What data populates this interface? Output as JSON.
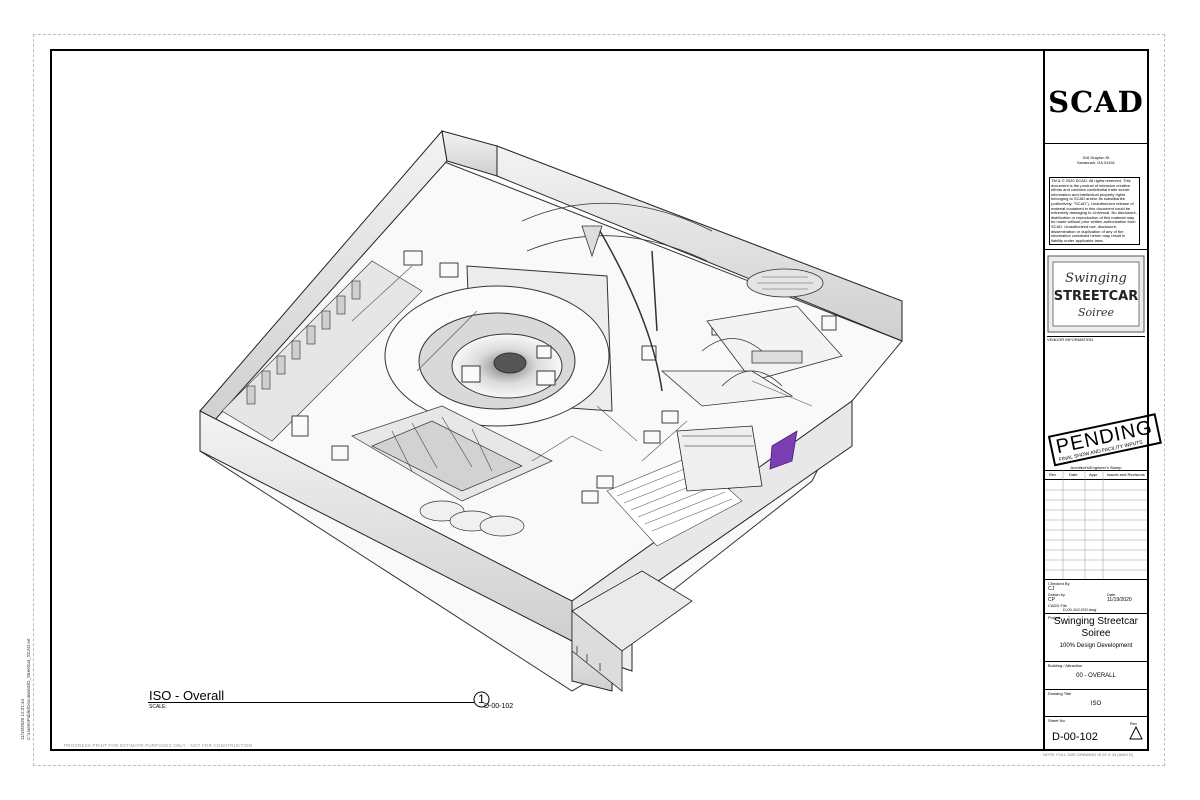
{
  "view": {
    "title": "ISO - Overall",
    "scale_label": "SCALE:",
    "number": "1",
    "reference": "D-00-102"
  },
  "notes": {
    "progress": "PROGRESS PRINT FOR ESTIMATE PURPOSES ONLY - NOT FOR CONSTRUCTION",
    "plot_stamp": "11/19/2020 12:21:44",
    "file_path": "C:\\Users\\Public\\Documents\\D_Streetcar_SCAD.rvt"
  },
  "title_block": {
    "logo": "SCAD",
    "address_line1": "516 Drayton St",
    "address_line2": "Savannah, GA 31401",
    "copyright": "TM & © 2020 SCAD. All rights reserved. This document is the product of intensive creative efforts and contains confidential trade secret information and intellectual property rights belonging to SCAD and/or its subsidiaries (collectively, \"SCAD\"). Unauthorized release of material contained in this document could be extremely damaging to Universal. No disclosure, distribution or reproduction of this material may be made without prior written authorization from SCAD. Unauthorized use, disclosure, dissemination or duplication of any of the information contained herein may result in liability under applicable laws.",
    "show_logo_line1": "Swinging",
    "show_logo_line2": "STREETCAR",
    "show_logo_line3": "Soiree",
    "vendor_label": "VENDOR INFORMATION",
    "pending_main": "PENDING",
    "pending_sub": "FINAL SHOW AND FACILITY INPUTS",
    "stamp_label": "Architect's/Engineer's Stamp",
    "rev_headers": [
      "Rev",
      "Date",
      "Appr",
      "Issues and Revisions"
    ],
    "checked_by_label": "Checked By",
    "checked_by": "CJ",
    "drawn_by_label": "Drawn by",
    "drawn_by": "CP",
    "date_label": "Date",
    "date": "11/19/2020",
    "cadd_label": "CADD File",
    "cadd_file": "D-00-102-ISO.dwg",
    "project_label": "Project",
    "project_line1": "Swinging Streetcar",
    "project_line2": "Soiree",
    "phase": "100% Design Development",
    "building_label": "Building / Attraction",
    "building": "00 - OVERALL",
    "drawing_title_label": "Drawing Title",
    "drawing_title": "ISO",
    "sheet_no_label": "Sheet No.",
    "sheet_no": "D-00-102",
    "rev_label": "Rev",
    "bottom_note": "NOTE: FULL SIZE DRAWING IS 22 X 34 (ANSI D)"
  }
}
